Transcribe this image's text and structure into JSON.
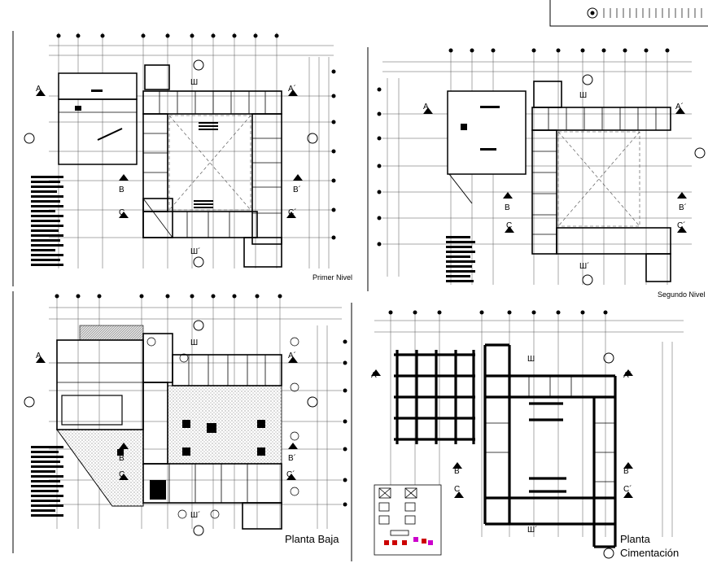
{
  "sheet": {
    "plans": [
      {
        "id": "primer-nivel",
        "title": "Primer Nivel"
      },
      {
        "id": "segundo-nivel",
        "title": "Segundo Nivel"
      },
      {
        "id": "planta-baja",
        "title": "Planta Baja"
      },
      {
        "id": "planta-cimentacion",
        "title_line1": "Planta",
        "title_line2": "Cimentación"
      }
    ],
    "section_marks": {
      "a": "A",
      "a_prime": "A´",
      "b": "B",
      "b_prime": "B´",
      "c": "C",
      "c_prime": "C´",
      "d": "Ш",
      "d_prime": "Ш´"
    }
  },
  "colors": {
    "ink": "#000000",
    "paper": "#ffffff",
    "hatch": "#c8c8c8",
    "grid": "#555555"
  }
}
